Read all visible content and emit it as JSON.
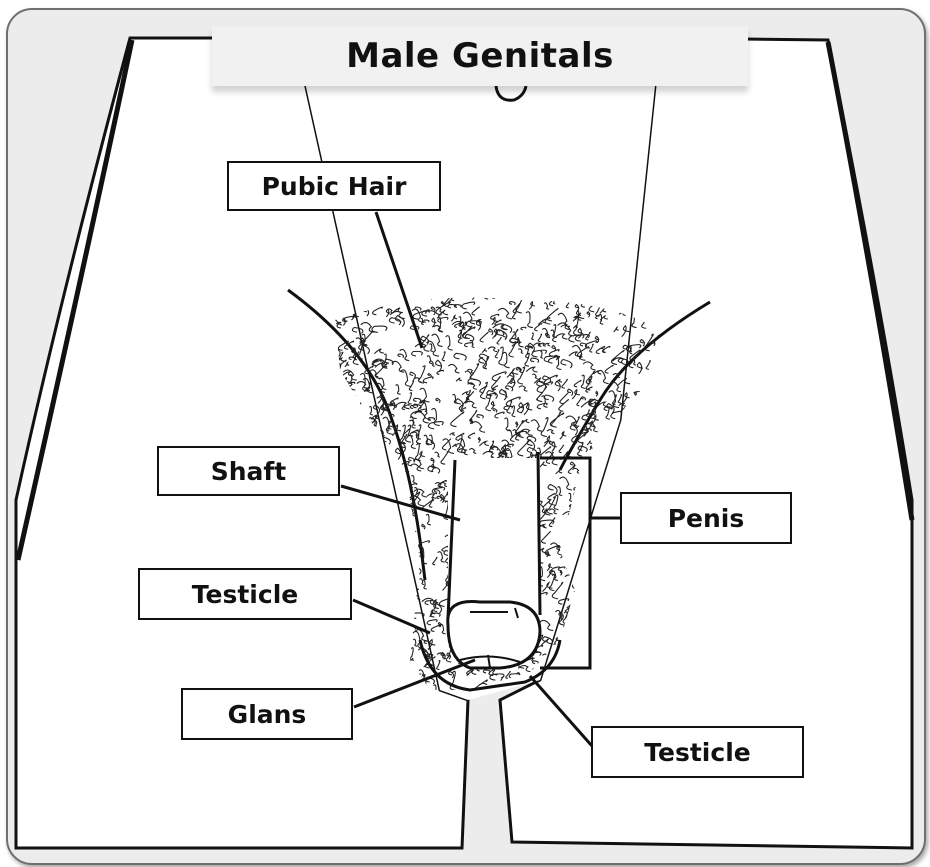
{
  "title": "Male Genitals",
  "labels": {
    "pubic_hair": "Pubic Hair",
    "shaft": "Shaft",
    "penis": "Penis",
    "testicle_left": "Testicle",
    "glans": "Glans",
    "testicle_right": "Testicle"
  },
  "colors": {
    "frame_border": "#6f6f6f",
    "frame_background": "#ececec",
    "body_fill": "#ffffff",
    "ink": "#111111"
  }
}
